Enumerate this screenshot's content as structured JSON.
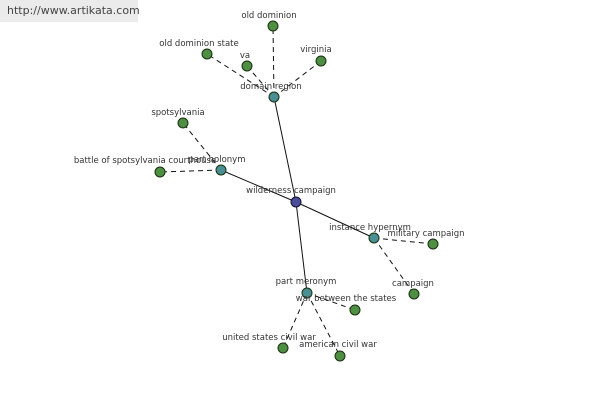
{
  "watermark": "http://www.artikata.com",
  "nodes": {
    "root": "wilderness campaign",
    "domain_region": "domain region",
    "old_dominion": "old dominion",
    "old_dominion_state": "old dominion state",
    "va": "va",
    "virginia": "virginia",
    "part_holonym": "part holonym",
    "spotsylvania": "spotsylvania",
    "battle_spotsylvania": "battle of spotsylvania courthouse",
    "instance_hypernym": "instance hypernym",
    "military_campaign": "military campaign",
    "campaign": "campaign",
    "part_meronym": "part meronym",
    "war_between_states": "war between the states",
    "us_civil_war": "united states civil war",
    "american_civil_war": "american civil war"
  },
  "colors": {
    "leaf": "#4f8f44",
    "relation": "#4a8f93",
    "root": "#4b4d9a"
  }
}
